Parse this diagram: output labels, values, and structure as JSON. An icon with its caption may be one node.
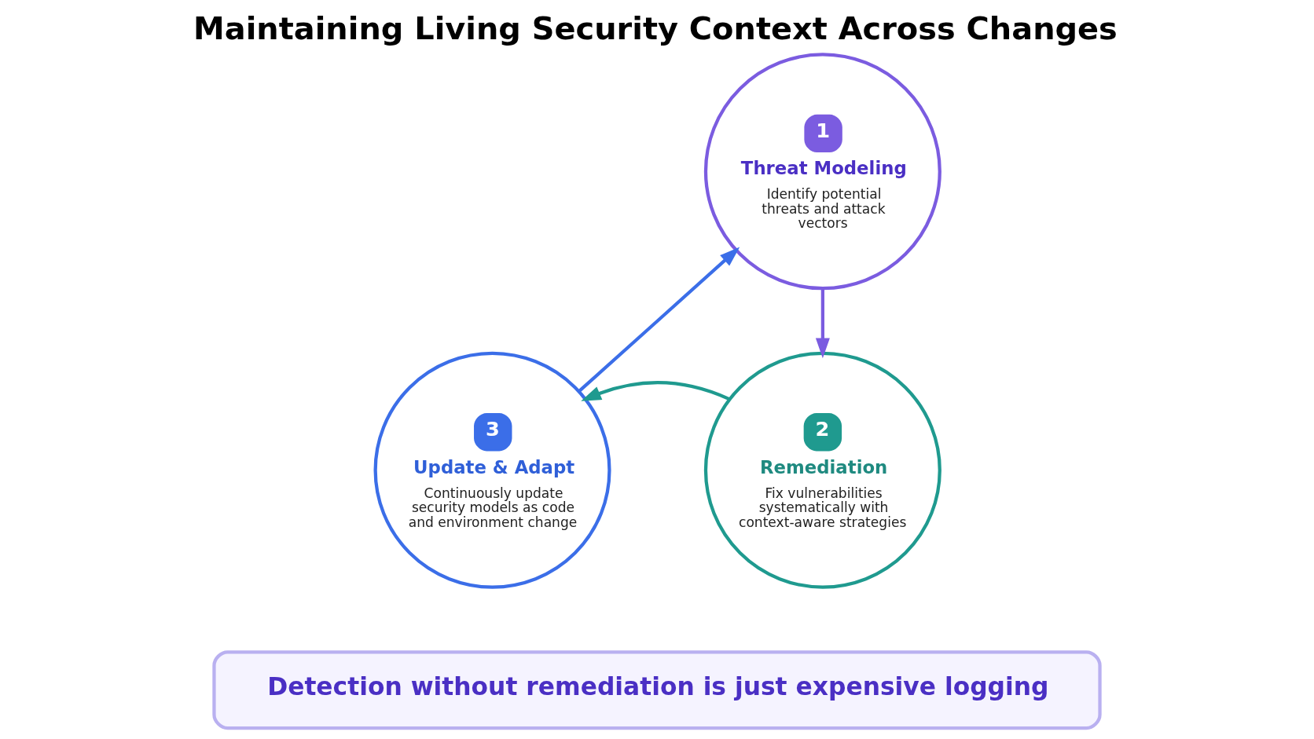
{
  "diagram": {
    "title": "Maintaining Living Security Context Across Changes",
    "nodes": [
      {
        "text": [
          "1",
          "Threat Modeling",
          "Identify potential threats and attack vectors"
        ]
      },
      {
        "text": [
          "2",
          "Remediation",
          "Fix vulnerabilities systematically with context-aware strategies"
        ]
      },
      {
        "text": [
          "3",
          "Update & Adapt",
          "Continuously update security models as code and environment change"
        ]
      },
      {
        "text": [
          "Detection without remediation is just expensive logging"
        ]
      }
    ],
    "edges": [
      {
        "from": 0,
        "to": 1,
        "arrow": "to",
        "color": "#7b5ce0"
      },
      {
        "from": 1,
        "to": 2,
        "arrow": "to",
        "color": "#1f9a8f"
      },
      {
        "from": 2,
        "to": 0,
        "arrow": "to",
        "color": "#3b6ee8"
      }
    ]
  }
}
